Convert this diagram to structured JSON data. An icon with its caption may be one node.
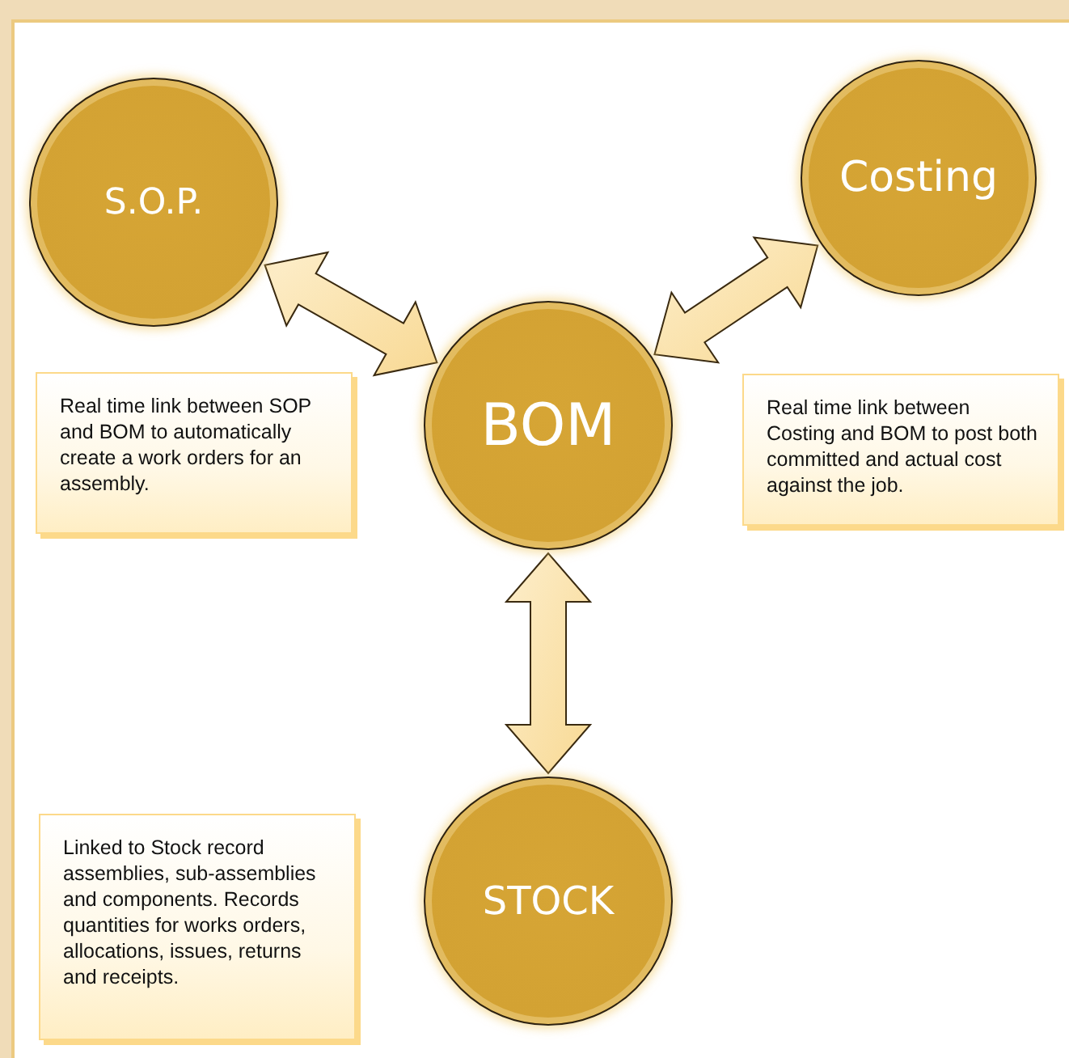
{
  "diagram": {
    "nodes": [
      {
        "text": [
          "S.O.P."
        ]
      },
      {
        "text": [
          "Costing"
        ]
      },
      {
        "text": [
          "BOM"
        ]
      },
      {
        "text": [
          "Real time link between SOP and BOM to automatically create a work orders for an assembly."
        ]
      },
      {
        "text": [
          "Real time link between Costing and BOM to post both committed and actual cost against the job."
        ]
      },
      {
        "text": [
          "Linked to Stock record assemblies, sub-assemblies and components. Records quantities for works orders, allocations, issues, returns and receipts."
        ]
      },
      {
        "text": [
          "STOCK"
        ]
      }
    ],
    "edges": [
      {
        "from": 0,
        "to": 2,
        "arrow": "both"
      },
      {
        "from": 1,
        "to": 2,
        "arrow": "both"
      },
      {
        "from": 2,
        "to": 6,
        "arrow": "both"
      }
    ]
  }
}
